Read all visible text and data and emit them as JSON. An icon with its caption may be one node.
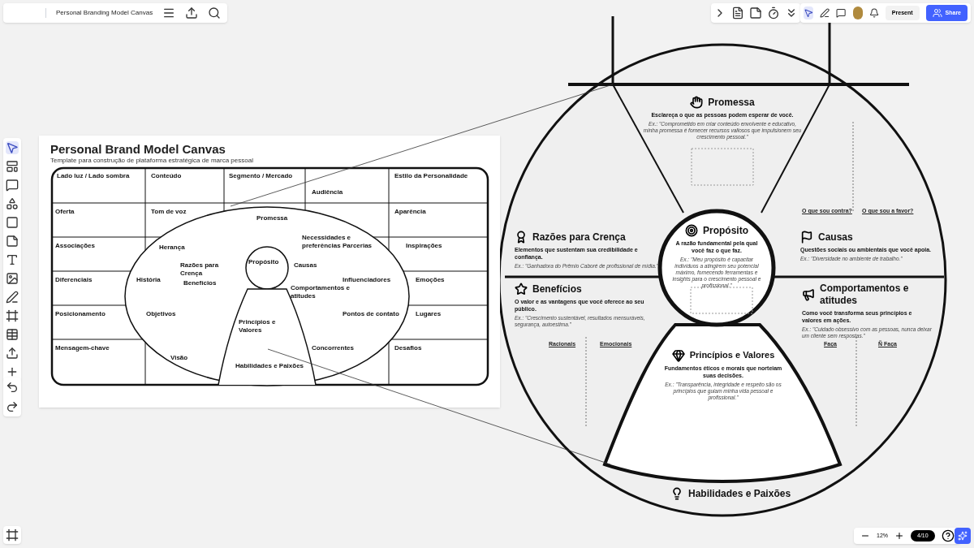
{
  "diagram": {
    "nodes": [
      {
        "text": [
          "Personal Brand Model Canvas",
          "Template para construção de plataforma estratégica de marca pessoal"
        ]
      },
      {
        "text": [
          "Promessa",
          "Esclareça o que as pessoas podem esperar de você.",
          "Ex.: \"Comprometido em criar conteúdo envolvente e educativo, minha promessa é fornecer recursos valiosos que impulsionem seu crescimento pessoal.\""
        ]
      },
      {
        "text": [
          "Razões para Crença",
          "Elementos que sustentam sua credibilidade e confiança.",
          "Ex.: \"Ganhadora do Prêmio Caboré de profissional de mídia.\""
        ]
      },
      {
        "text": [
          "Propósito",
          "A razão fundamental pela qual você faz o que faz.",
          "Ex.: \"Meu propósito é capacitar indivíduos a atingirem seu potencial máximo, fornecendo ferramentas e insights para o crescimento pessoal e profissional.\""
        ]
      },
      {
        "text": [
          "Causas",
          "Questões sociais ou ambientais que você apoia.",
          "Ex.: \"Diversidade no ambiente de trabalho.\""
        ]
      },
      {
        "text": [
          "Benefícios",
          "O valor e as vantagens que você oferece ao seu público.",
          "Ex.: \"Crescimento sustentável, resultados mensuráveis, segurança, autoestima.\""
        ]
      },
      {
        "text": [
          "Comportamentos e atitudes",
          "Como você transforma seus princípios e valores em ações.",
          "Ex.: \"Cuidado obsessivo com as pessoas, nunca deixar um cliente sem respostas.\""
        ]
      },
      {
        "text": [
          "Princípios e Valores",
          "Fundamentos éticos e morais que norteiam suas decisões.",
          "Ex.: \"Transparência, integridade e respeito são os princípios que guiam minha vida pessoal e profissional.\""
        ]
      },
      {
        "text": [
          "Habilidades e Paixões"
        ]
      }
    ],
    "labels": [
      "Personal Branding Model Canvas",
      "Present",
      "Share",
      "12%",
      "4/10",
      "O que sou contra?",
      "O que sou a favor?",
      "Racionais",
      "Emocionais",
      "Faça",
      "Ñ Faça",
      "Lado luz / Lado sombra",
      "Conteúdo",
      "Segmento / Mercado",
      "Audiência",
      "Estilo da Personalidade",
      "Oferta",
      "Tom de voz",
      "Promessa",
      "Necessidades e preferências",
      "Aparência",
      "Associações",
      "Herança",
      "Razões para Crença",
      "Propósito",
      "Causas",
      "Parcerias",
      "Inspirações",
      "Diferenciais",
      "História",
      "Benefícios",
      "Comportamentos e atitudes",
      "Influenciadores",
      "Emoções",
      "Posicionamento",
      "Objetivos",
      "Princípios e Valores",
      "Pontos de contato",
      "Lugares",
      "Mensagem-chave",
      "Visão",
      "Habilidades e Paixões",
      "Concorrentes",
      "Desafios"
    ]
  }
}
